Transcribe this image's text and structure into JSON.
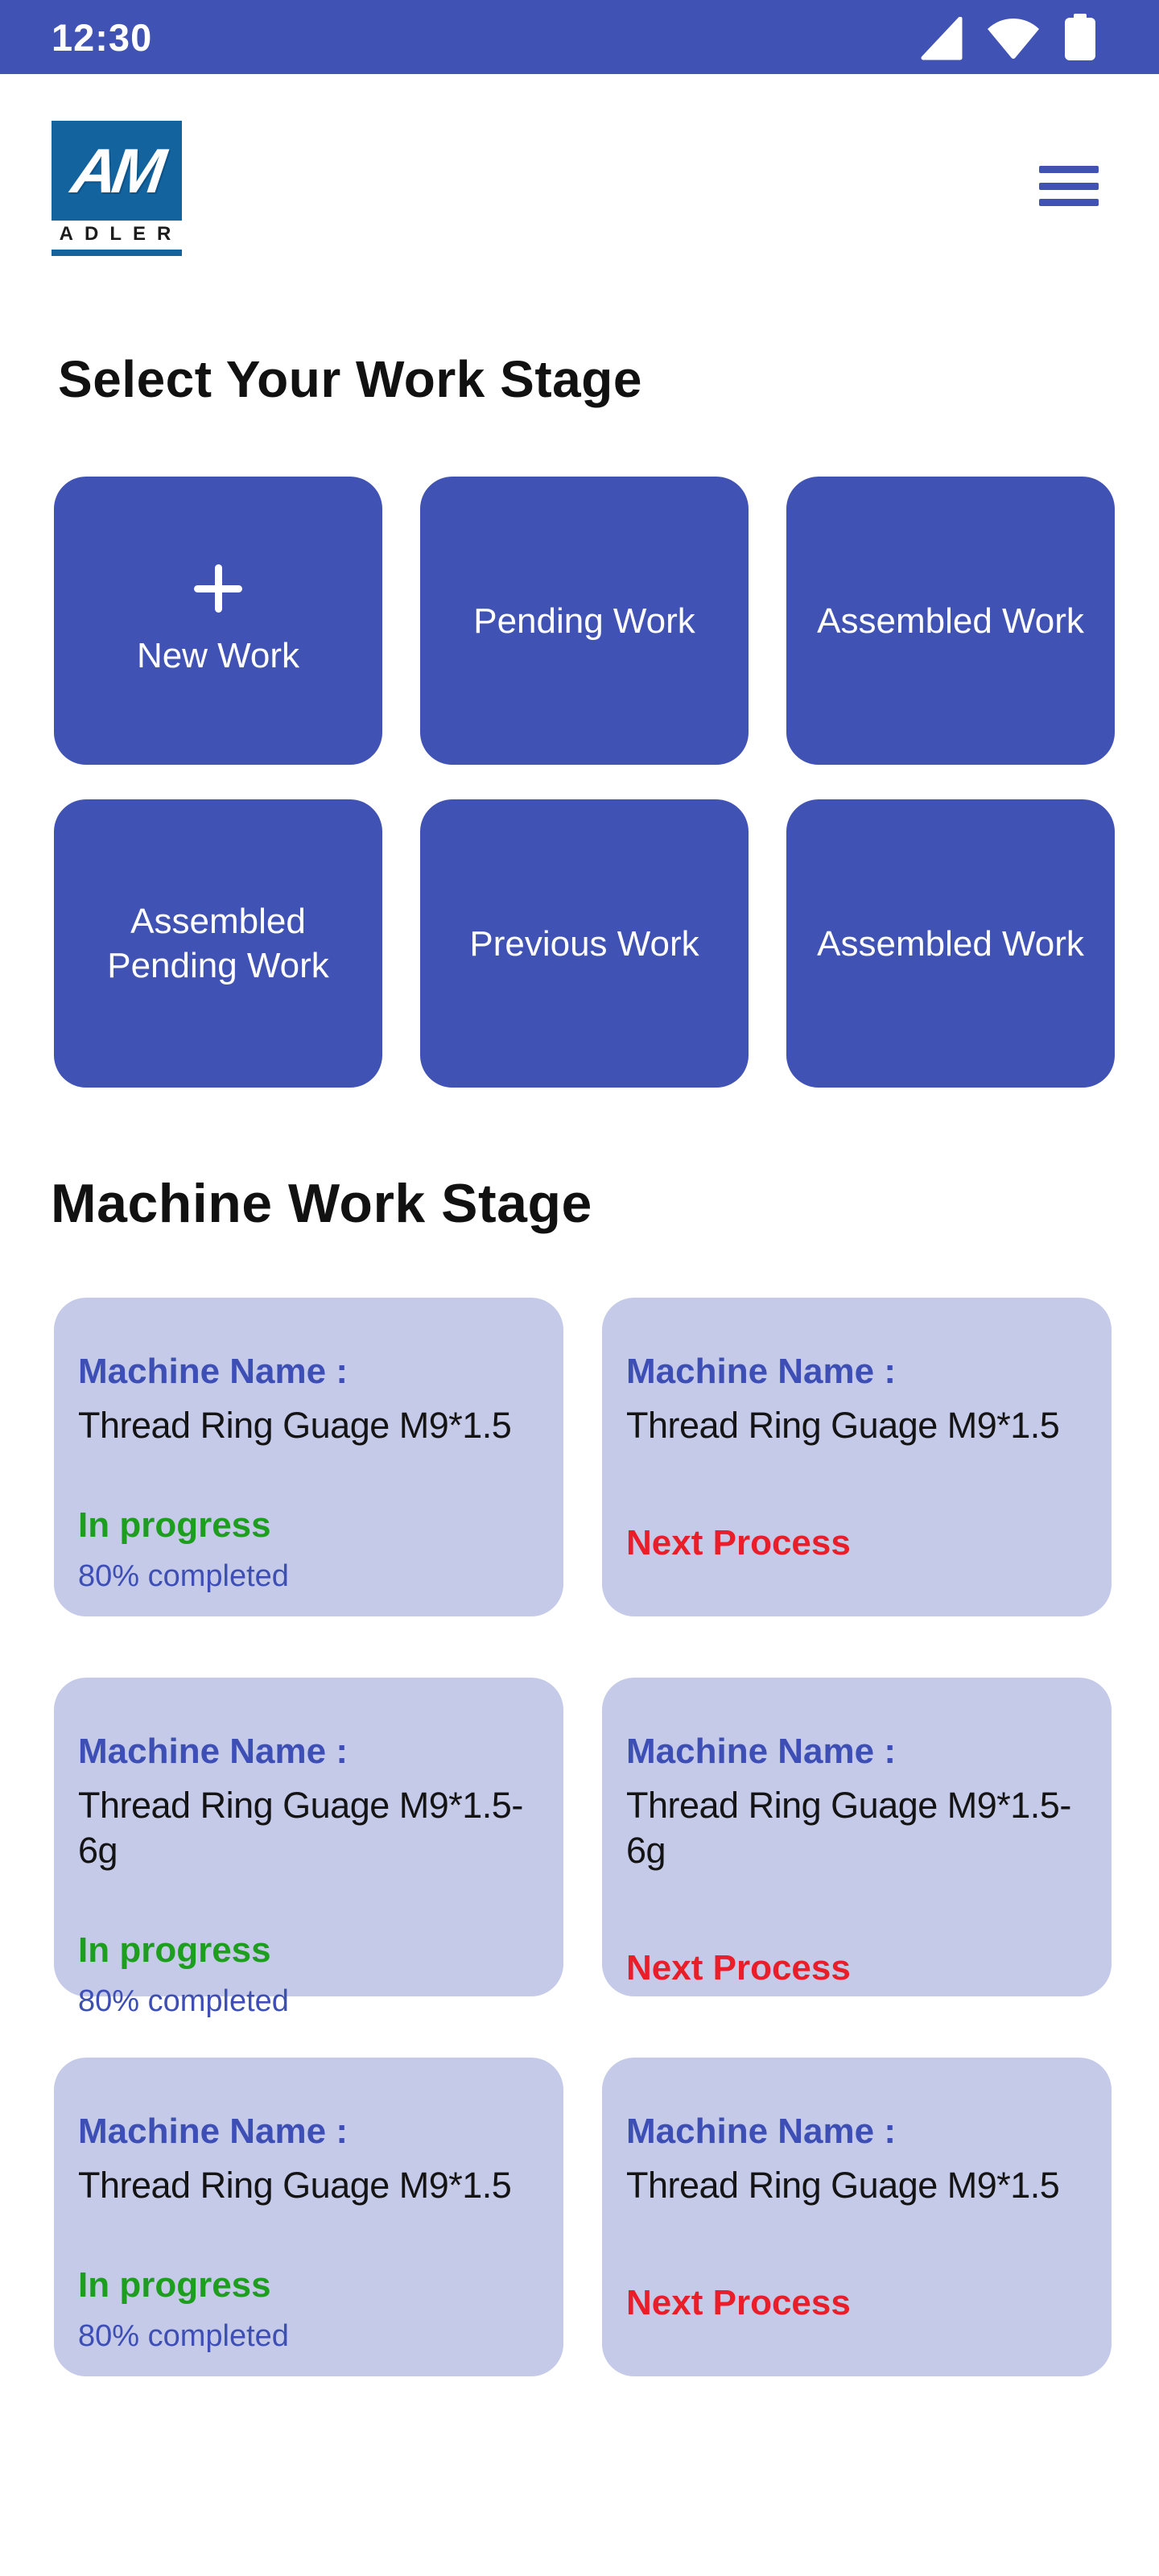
{
  "theme": {
    "primary_blue": "#4052b4",
    "logo_blue": "#13639e",
    "card_background": "#c5cae9",
    "indigo_text": "#3d4eb5",
    "progress_green": "#1e9e1e",
    "next_red": "#e91e28"
  },
  "status_bar": {
    "time": "12:30",
    "icons": [
      "signal",
      "wifi",
      "battery"
    ]
  },
  "header": {
    "logo_monogram": "AM",
    "brand": "ADLER",
    "menu_icon": "hamburger"
  },
  "work_stage": {
    "title": "Select Your Work Stage",
    "buttons": [
      {
        "label": "New Work",
        "icon": "plus"
      },
      {
        "label": "Pending Work"
      },
      {
        "label": "Assembled Work"
      },
      {
        "label": "Assembled Pending Work"
      },
      {
        "label": "Previous Work"
      },
      {
        "label": "Assembled Work"
      }
    ]
  },
  "machine_stage": {
    "title": "Machine Work Stage",
    "label": "Machine Name :",
    "cards": [
      {
        "name": "Thread Ring Guage M9*1.5",
        "status": "In progress",
        "status_type": "progress",
        "progress": "80% completed"
      },
      {
        "name": "Thread Ring Guage M9*1.5",
        "status": "Next Process",
        "status_type": "next"
      },
      {
        "name": "Thread Ring Guage M9*1.5-6g",
        "status": "In progress",
        "status_type": "progress",
        "progress": "80% completed"
      },
      {
        "name": "Thread Ring Guage M9*1.5-6g",
        "status": "Next Process",
        "status_type": "next"
      },
      {
        "name": "Thread Ring Guage M9*1.5",
        "status": "In progress",
        "status_type": "progress",
        "progress": "80% completed"
      },
      {
        "name": "Thread Ring Guage M9*1.5",
        "status": "Next Process",
        "status_type": "next"
      }
    ]
  }
}
